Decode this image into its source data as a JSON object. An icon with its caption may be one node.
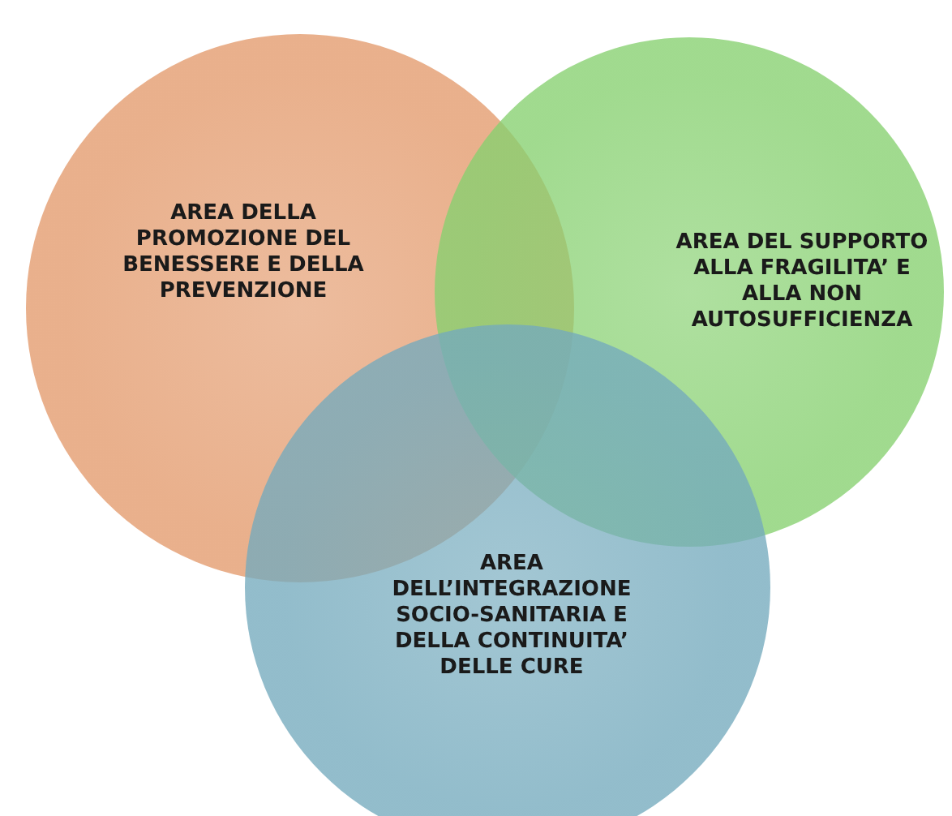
{
  "diagram": {
    "nodes": [
      {
        "text": [
          "AREA DELLA PROMOZIONE DEL BENESSERE E DELLA PREVENZIONE"
        ]
      },
      {
        "text": [
          "AREA DEL SUPPORTO ALLA FRAGILITA’ E ALLA NON AUTOSUFFICIENZA"
        ]
      },
      {
        "text": [
          "AREA DELL’INTEGRAZIONE SOCIO-SANITARIA E DELLA CONTINUITA’ DELLE CURE"
        ]
      }
    ]
  }
}
